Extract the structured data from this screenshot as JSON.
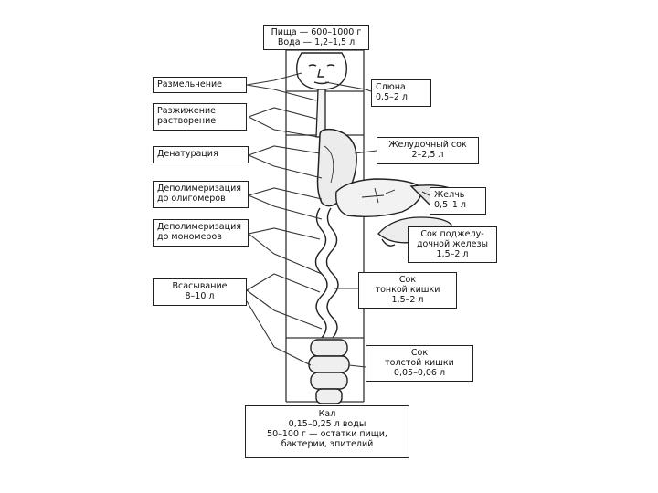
{
  "top_box": {
    "line1": "Пища — 600–1000 г",
    "line2": "Вода  —  1,2–1,5 л"
  },
  "left_labels": [
    {
      "lines": [
        "Размельчение"
      ]
    },
    {
      "lines": [
        "Разжижение",
        "растворение"
      ]
    },
    {
      "lines": [
        "Денатурация"
      ]
    },
    {
      "lines": [
        "Деполимеризация",
        "до олигомеров"
      ]
    },
    {
      "lines": [
        "Деполимеризация",
        "до мономеров"
      ]
    },
    {
      "lines": [
        "Всасывание",
        "8–10 л"
      ]
    }
  ],
  "right_labels": [
    {
      "lines": [
        "Слюна",
        "0,5–2 л"
      ]
    },
    {
      "lines": [
        "Желудочный сок",
        "2–2,5 л"
      ]
    },
    {
      "lines": [
        "Желчь",
        "0,5–1 л"
      ]
    },
    {
      "lines": [
        "Сок поджелу-",
        "дочной железы",
        "1,5–2 л"
      ]
    },
    {
      "lines": [
        "Сок",
        "тонкой кишки",
        "1,5–2 л"
      ]
    },
    {
      "lines": [
        "Сок",
        "толстой кишки",
        "0,05–0,06 л"
      ]
    }
  ],
  "bottom_box": {
    "lines": [
      "Кал",
      "0,15–0,25 л воды",
      "50–100 г  —  остатки пищи,",
      "бактерии, эпителий"
    ]
  }
}
